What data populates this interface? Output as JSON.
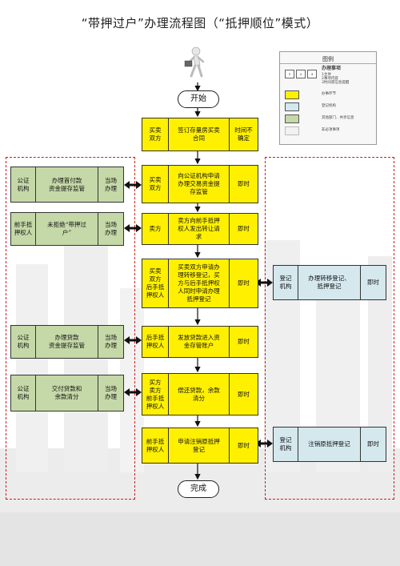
{
  "title": "“带押过户”办理流程图（“抵押顺位”模式）",
  "legend": {
    "title": "图例",
    "item_label": "办理事项",
    "item_lines": [
      "1主体",
      "2事项内容",
      "3时间或信息提醒"
    ],
    "mini_numbers": [
      "1",
      "2",
      "3"
    ],
    "entries": [
      {
        "label": "办事环节",
        "color": "#fff000"
      },
      {
        "label": "登记机构",
        "color": "#d4e8ee"
      },
      {
        "label": "其他部门、共享信息",
        "color": "#c5d9a8"
      },
      {
        "label": "非必须事项",
        "color": "#f2f2f2"
      }
    ]
  },
  "start_label": "开始",
  "end_label": "完成",
  "main_steps": [
    {
      "party": "买卖\n双方",
      "action": "签订存量房买卖\n合同",
      "time": "时间不\n确定"
    },
    {
      "party": "买卖\n双方",
      "action": "向公证机构申请\n办理交易资金提\n存监管",
      "time": "即时"
    },
    {
      "party": "卖方",
      "action": "卖方向前手抵押\n权人发出转让请\n求",
      "time": "即时"
    },
    {
      "party": "买卖\n双方\n后手抵\n押权人",
      "action": "买卖双方申请办\n理转移登记，买\n方与后手抵押权\n人同时申请办理\n抵押登记",
      "time": "即时"
    },
    {
      "party": "后手抵\n押权人",
      "action": "发放贷款进入资\n金存管账户",
      "time": "即时"
    },
    {
      "party": "买方\n卖方\n前手抵\n押权人",
      "action": "偿还贷款，余款\n清分",
      "time": "即时"
    },
    {
      "party": "前手抵\n押权人",
      "action": "申请注销原抵押\n登记",
      "time": "即时"
    }
  ],
  "left_steps": [
    {
      "party": "公证\n机构",
      "action": "办理首付款\n资金提存监管",
      "time": "当场\n办理"
    },
    {
      "party": "前手抵\n押权人",
      "action": "未拒绝“带押过\n户”",
      "time": "当场\n办理"
    },
    {
      "party": "公证\n机构",
      "action": "办理贷款\n资金提存监管",
      "time": "当场\n办理"
    },
    {
      "party": "公证\n机构",
      "action": "交付贷款和\n余款清分",
      "time": "当场\n办理"
    }
  ],
  "right_steps": [
    {
      "party": "登记\n机构",
      "action": "办理转移登记、\n抵押登记",
      "time": "即时"
    },
    {
      "party": "登记\n机构",
      "action": "注销原抵押登记",
      "time": "即时"
    }
  ]
}
